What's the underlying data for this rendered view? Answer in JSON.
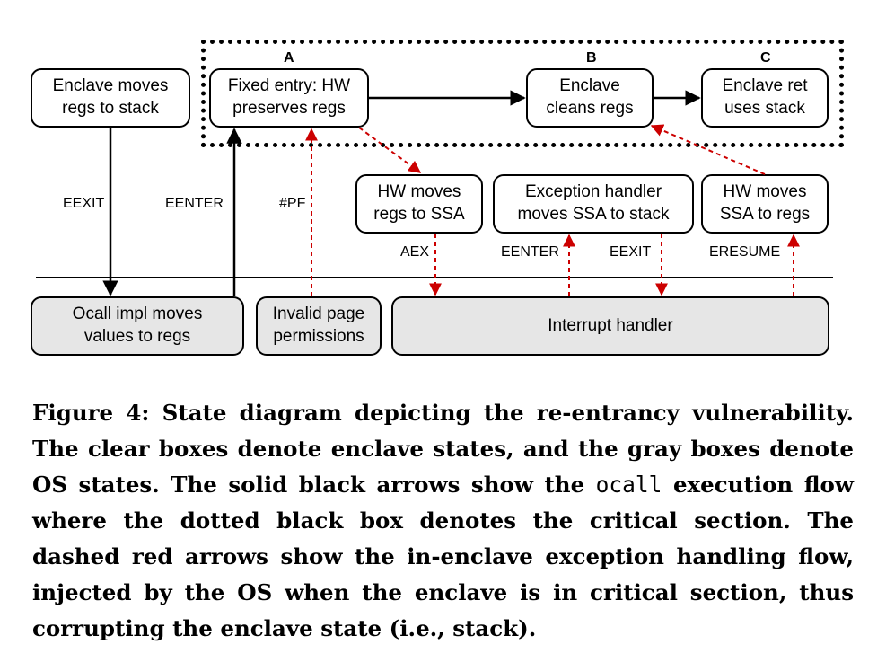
{
  "diagram": {
    "boxes": {
      "enclave_moves": "Enclave moves\nregs to stack",
      "fixed_entry": "Fixed entry: HW\npreserves regs",
      "enclave_cleans": "Enclave\ncleans regs",
      "enclave_ret": "Enclave ret\nuses stack",
      "hw_moves_ssa": "HW moves\nregs to SSA",
      "exception_handler": "Exception handler\nmoves SSA to stack",
      "hw_moves_regs": "HW moves\nSSA to regs",
      "ocall_impl": "Ocall impl moves\nvalues to regs",
      "invalid_page": "Invalid page\npermissions",
      "interrupt_handler": "Interrupt handler"
    },
    "letters": {
      "a": "A",
      "b": "B",
      "c": "C"
    },
    "edge_labels": {
      "eexit_left": "EEXIT",
      "eenter_left": "EENTER",
      "pf": "#PF",
      "aex": "AEX",
      "eenter_right": "EENTER",
      "eexit_right": "EEXIT",
      "eresume": "ERESUME"
    },
    "colors": {
      "solid_arrow": "#000000",
      "dashed_arrow": "#cc0000",
      "os_box_fill": "#e6e6e6"
    }
  },
  "caption": {
    "part1": "Figure 4: State diagram depicting the re-entrancy vulnerability. The clear boxes denote enclave states, and the gray boxes denote OS states. The solid black arrows show the ",
    "code": "ocall",
    "part2": " execution flow where the dotted black box denotes the critical section. The dashed red arrows show the in-enclave exception handling flow, injected by the OS when the enclave is in critical section, thus corrupting the enclave state (i.e., stack)."
  }
}
